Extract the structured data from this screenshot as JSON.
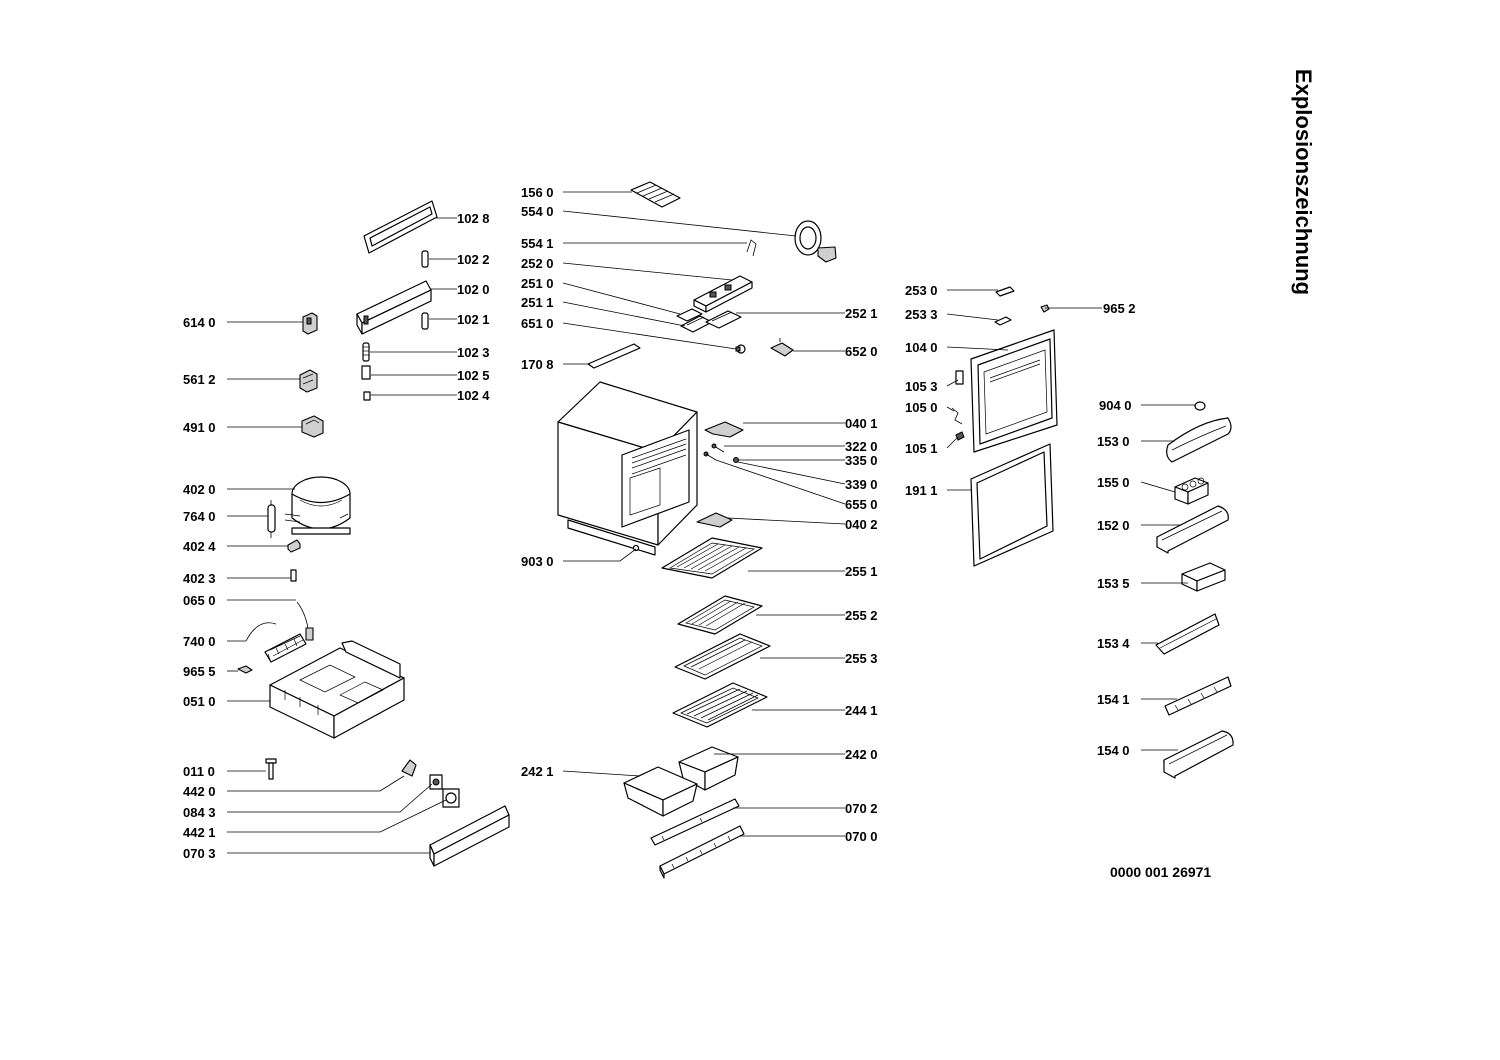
{
  "title": "Explosionszeichnung",
  "document_number": "0000 001 26971",
  "callouts": [
    {
      "id": "c1028",
      "label": "102 8"
    },
    {
      "id": "c1022",
      "label": "102 2"
    },
    {
      "id": "c1020",
      "label": "102 0"
    },
    {
      "id": "c1021",
      "label": "102 1"
    },
    {
      "id": "c6140",
      "label": "614 0"
    },
    {
      "id": "c1023",
      "label": "102 3"
    },
    {
      "id": "c1025",
      "label": "102 5"
    },
    {
      "id": "c5612",
      "label": "561 2"
    },
    {
      "id": "c1024",
      "label": "102 4"
    },
    {
      "id": "c4910",
      "label": "491 0"
    },
    {
      "id": "c4020",
      "label": "402 0"
    },
    {
      "id": "c7640",
      "label": "764 0"
    },
    {
      "id": "c4024",
      "label": "402 4"
    },
    {
      "id": "c4023",
      "label": "402 3"
    },
    {
      "id": "c0650",
      "label": "065 0"
    },
    {
      "id": "c7400",
      "label": "740 0"
    },
    {
      "id": "c9655",
      "label": "965 5"
    },
    {
      "id": "c0510",
      "label": "051 0"
    },
    {
      "id": "c0110",
      "label": "011 0"
    },
    {
      "id": "c4420",
      "label": "442 0"
    },
    {
      "id": "c0843",
      "label": "084 3"
    },
    {
      "id": "c4421",
      "label": "442 1"
    },
    {
      "id": "c0703",
      "label": "070 3"
    },
    {
      "id": "c1560",
      "label": "156 0"
    },
    {
      "id": "c5540",
      "label": "554 0"
    },
    {
      "id": "c5541",
      "label": "554 1"
    },
    {
      "id": "c2520",
      "label": "252 0"
    },
    {
      "id": "c2510",
      "label": "251 0"
    },
    {
      "id": "c2511",
      "label": "251 1"
    },
    {
      "id": "c6510",
      "label": "651 0"
    },
    {
      "id": "c1708",
      "label": "170 8"
    },
    {
      "id": "c2521",
      "label": "252 1"
    },
    {
      "id": "c6520",
      "label": "652 0"
    },
    {
      "id": "c0401",
      "label": "040 1"
    },
    {
      "id": "c3220",
      "label": "322 0"
    },
    {
      "id": "c3350",
      "label": "335 0"
    },
    {
      "id": "c3390",
      "label": "339 0"
    },
    {
      "id": "c6550",
      "label": "655 0"
    },
    {
      "id": "c0402",
      "label": "040 2"
    },
    {
      "id": "c9030",
      "label": "903 0"
    },
    {
      "id": "c2551",
      "label": "255 1"
    },
    {
      "id": "c2552",
      "label": "255 2"
    },
    {
      "id": "c2553",
      "label": "255 3"
    },
    {
      "id": "c2441",
      "label": "244 1"
    },
    {
      "id": "c2420",
      "label": "242 0"
    },
    {
      "id": "c2421",
      "label": "242 1"
    },
    {
      "id": "c0702",
      "label": "070 2"
    },
    {
      "id": "c0700",
      "label": "070 0"
    },
    {
      "id": "c2530",
      "label": "253 0"
    },
    {
      "id": "c9652",
      "label": "965 2"
    },
    {
      "id": "c2533",
      "label": "253 3"
    },
    {
      "id": "c1040",
      "label": "104 0"
    },
    {
      "id": "c1053",
      "label": "105 3"
    },
    {
      "id": "c1050",
      "label": "105 0"
    },
    {
      "id": "c1051",
      "label": "105 1"
    },
    {
      "id": "c1911",
      "label": "191 1"
    },
    {
      "id": "c9040",
      "label": "904 0"
    },
    {
      "id": "c1530",
      "label": "153 0"
    },
    {
      "id": "c1550",
      "label": "155 0"
    },
    {
      "id": "c1520",
      "label": "152 0"
    },
    {
      "id": "c1535",
      "label": "153 5"
    },
    {
      "id": "c1534",
      "label": "153 4"
    },
    {
      "id": "c1541",
      "label": "154 1"
    },
    {
      "id": "c1540",
      "label": "154 0"
    }
  ]
}
